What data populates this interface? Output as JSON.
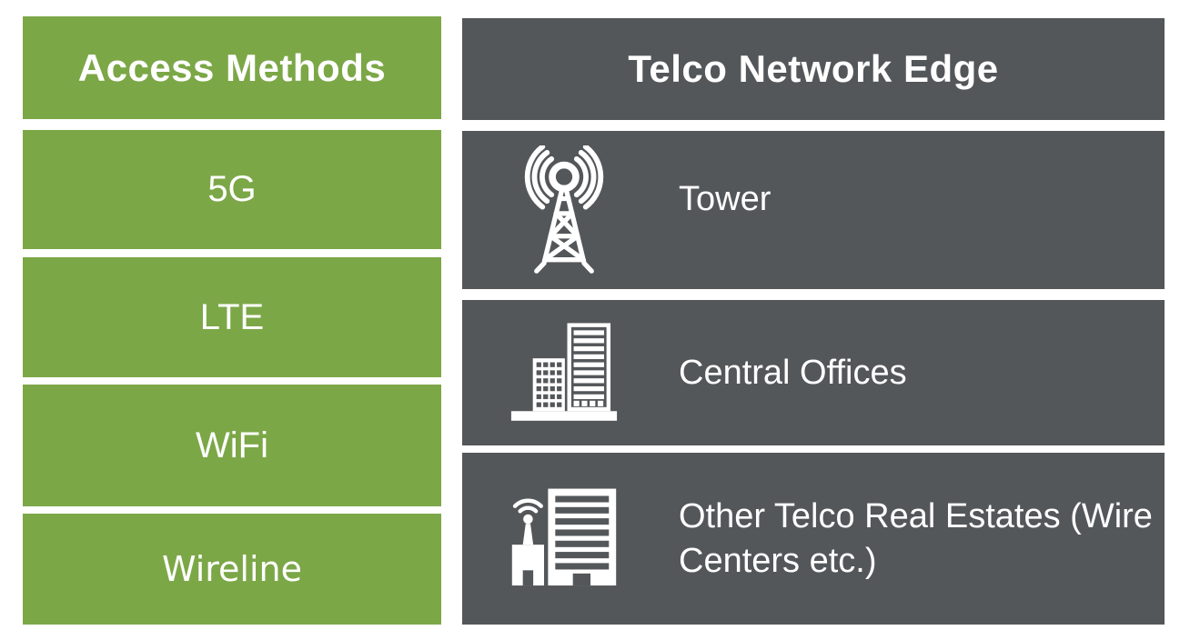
{
  "colors": {
    "green": "#7CA747",
    "gray": "#54575A",
    "background": "#FFFFFF",
    "text": "#FFFFFF"
  },
  "left_panel": {
    "title": "Access Methods",
    "items": [
      {
        "label": "5G"
      },
      {
        "label": "LTE"
      },
      {
        "label": "WiFi"
      },
      {
        "label": "Wireline"
      }
    ]
  },
  "right_panel": {
    "title": "Telco Network Edge",
    "items": [
      {
        "label": "Tower",
        "icon": "radio-tower-icon"
      },
      {
        "label": "Central Offices",
        "icon": "office-buildings-icon"
      },
      {
        "label": "Other Telco Real Estates (Wire Centers etc.)",
        "icon": "building-with-antenna-icon"
      }
    ]
  }
}
